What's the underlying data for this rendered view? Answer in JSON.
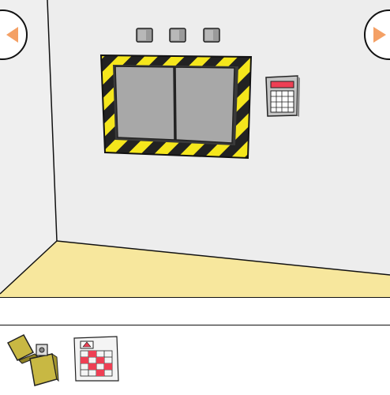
{
  "game": {
    "scene": "elevator-wall",
    "message": ""
  },
  "navigation": {
    "left_icon": "arrow-left-icon",
    "right_icon": "arrow-right-icon",
    "arrow_color": "#f4a065"
  },
  "colors": {
    "wall": "#ededed",
    "floor": "#f7e79d",
    "hazard_yellow": "#f5e61c",
    "hazard_black": "#222222",
    "door": "#a8a8a8",
    "keypad_display": "#ee3f54"
  },
  "inventory": {
    "items": [
      {
        "name": "lighter",
        "icon": "lighter-icon"
      },
      {
        "name": "grid-puzzle-paper",
        "icon": "grid-note-icon"
      }
    ]
  }
}
